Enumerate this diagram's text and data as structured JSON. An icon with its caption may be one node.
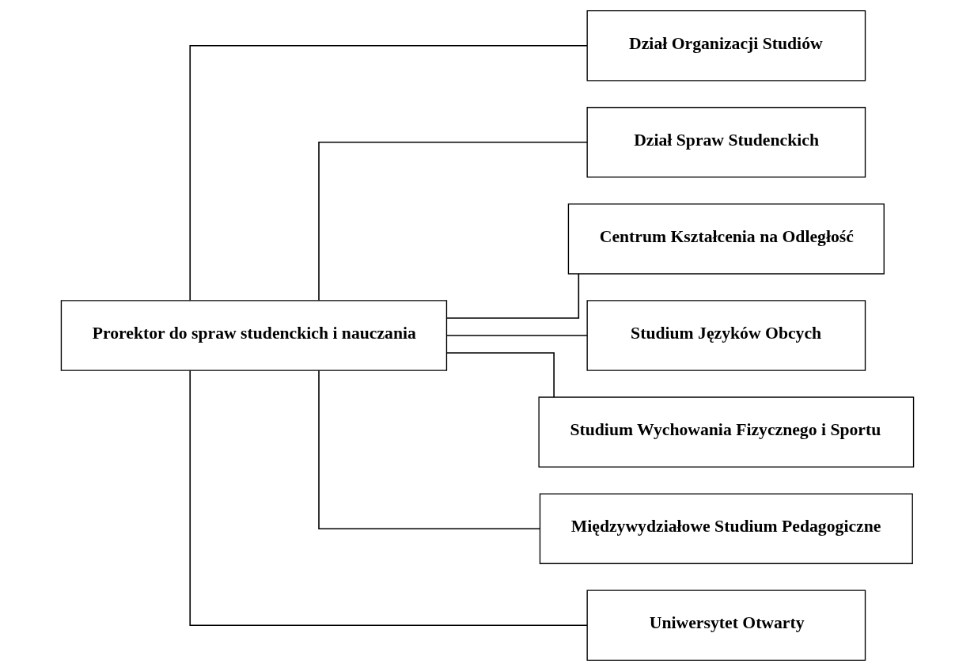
{
  "diagram": {
    "nodes": [
      {
        "text": [
          "Prorektor do spraw studenckich i nauczania"
        ]
      },
      {
        "text": [
          "Dział Organizacji Studiów"
        ]
      },
      {
        "text": [
          "Dział Spraw Studenckich"
        ]
      },
      {
        "text": [
          "Centrum Kształcenia na Odległość"
        ]
      },
      {
        "text": [
          "Studium Języków Obcych"
        ]
      },
      {
        "text": [
          "Studium Wychowania Fizycznego i Sportu"
        ]
      },
      {
        "text": [
          "Międzywydziałowe Studium Pedagogiczne"
        ]
      },
      {
        "text": [
          "Uniwersytet Otwarty"
        ]
      }
    ],
    "edges": [
      {
        "from": 0,
        "to": 1,
        "arrow": "none"
      },
      {
        "from": 0,
        "to": 2,
        "arrow": "none"
      },
      {
        "from": 0,
        "to": 3,
        "arrow": "none"
      },
      {
        "from": 0,
        "to": 4,
        "arrow": "none"
      },
      {
        "from": 0,
        "to": 5,
        "arrow": "none"
      },
      {
        "from": 0,
        "to": 6,
        "arrow": "none"
      },
      {
        "from": 0,
        "to": 7,
        "arrow": "none"
      }
    ]
  }
}
